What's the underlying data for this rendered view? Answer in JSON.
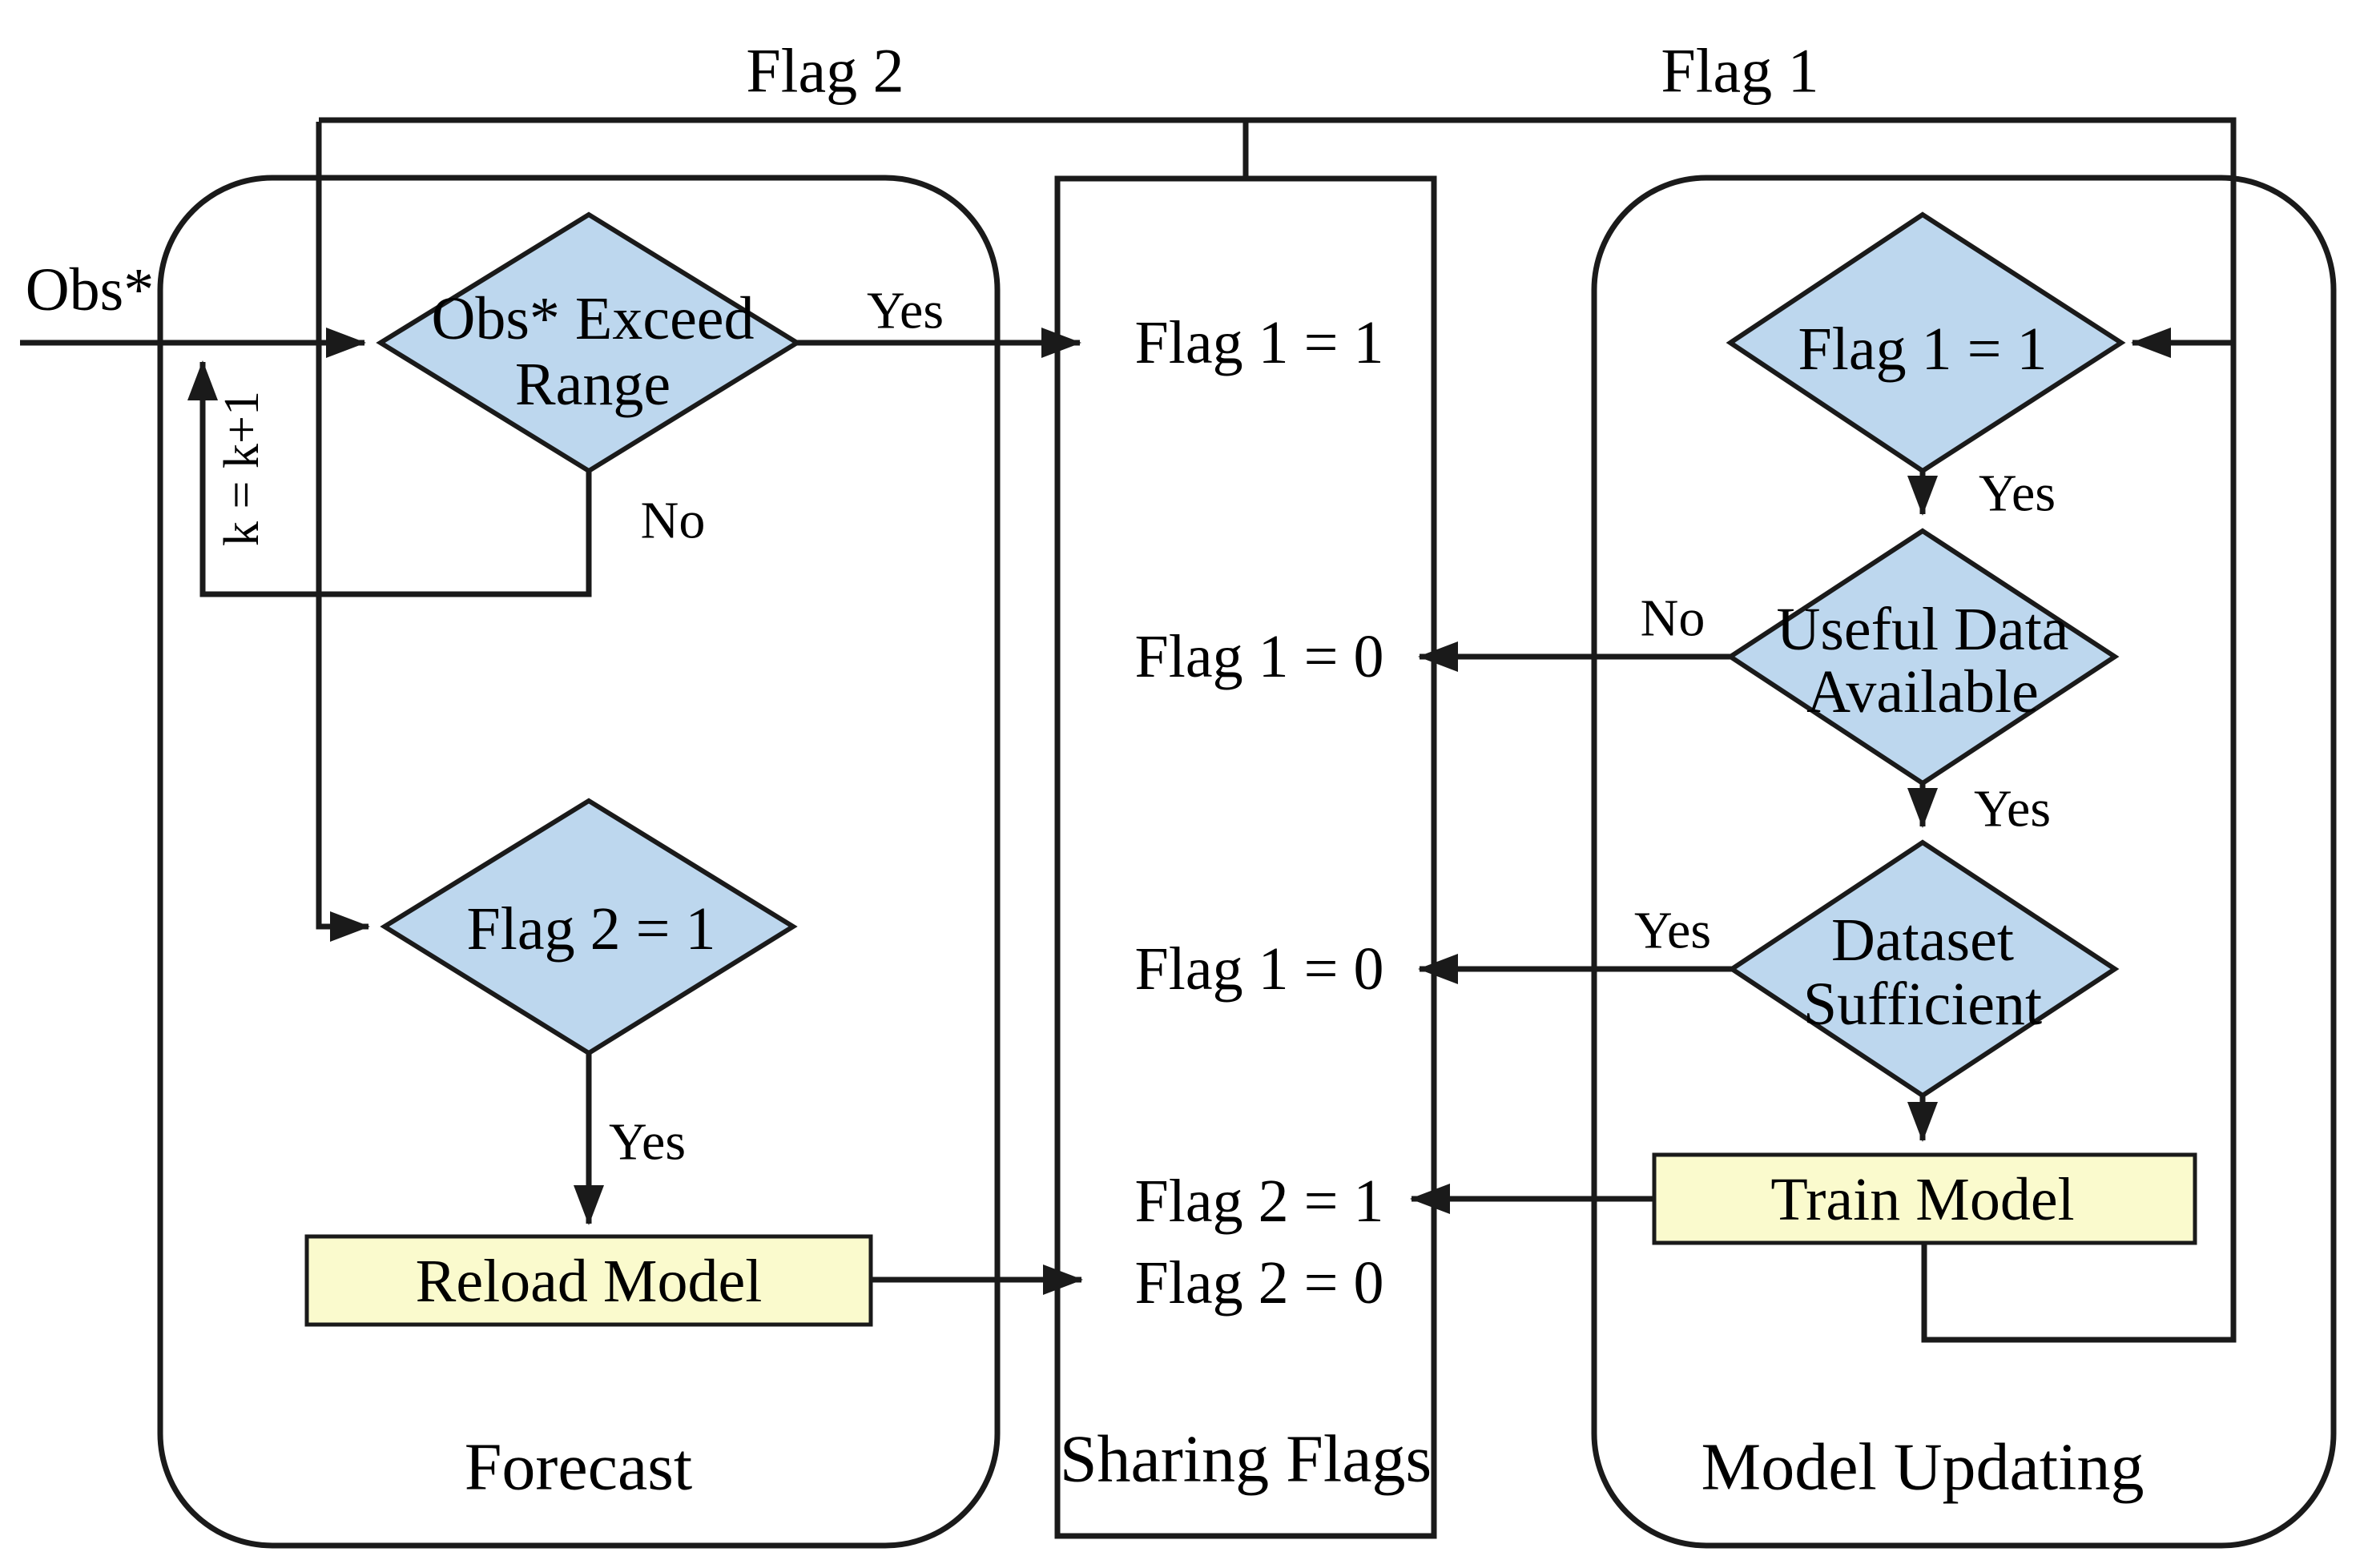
{
  "colors": {
    "diamond_fill": "#BDD7EE",
    "process_fill": "#FAFACD",
    "stroke": "#1A1A1A",
    "text": "#000000",
    "background": "#FFFFFF"
  },
  "top_labels": {
    "flag2": "Flag 2",
    "flag1": "Flag 1"
  },
  "input_label": "Obs*",
  "loop_label": "k = k+1",
  "containers": {
    "forecast": "Forecast",
    "sharing": "Sharing Flags",
    "updating": "Model Updating"
  },
  "forecast": {
    "obs_exceed": {
      "line1": "Obs* Exceed",
      "line2": "Range"
    },
    "obs_exceed_yes": "Yes",
    "obs_exceed_no": "No",
    "flag2_check": "Flag 2 = 1",
    "flag2_check_yes": "Yes",
    "reload_model": "Reload Model"
  },
  "sharing_rows": [
    "Flag 1 = 1",
    "Flag 1 = 0",
    "Flag 1 = 0",
    "Flag 2 = 1",
    "Flag 2 = 0"
  ],
  "updating": {
    "flag1_check": "Flag 1 = 1",
    "flag1_check_yes": "Yes",
    "useful_data": {
      "line1": "Useful Data",
      "line2": "Available"
    },
    "useful_data_no": "No",
    "useful_data_yes": "Yes",
    "dataset": {
      "line1": "Dataset",
      "line2": "Sufficient"
    },
    "dataset_yes": "Yes",
    "train_model": "Train Model"
  }
}
